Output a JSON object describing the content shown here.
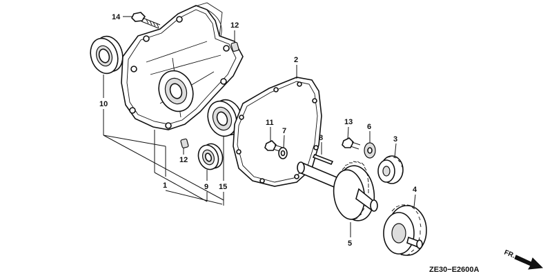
{
  "diagram": {
    "drawing_code": "ZE30−E2600A",
    "direction_label": "FR.",
    "callouts": {
      "c1": "1",
      "c2": "2",
      "c3": "3",
      "c4": "4",
      "c5": "5",
      "c6": "6",
      "c7": "7",
      "c8": "8",
      "c9": "9",
      "c10": "10",
      "c11": "11",
      "c12a": "12",
      "c12b": "12",
      "c13": "13",
      "c14": "14",
      "c15": "15"
    }
  }
}
